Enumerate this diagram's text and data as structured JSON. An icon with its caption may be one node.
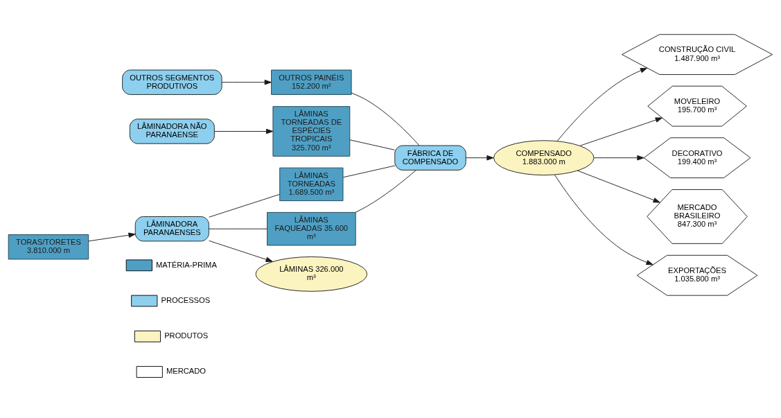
{
  "diagram": {
    "nodes": [
      {
        "text": [
          "OUTROS SEGMENTOS PRODUTIVOS"
        ]
      },
      {
        "text": [
          "OUTROS PAINÉIS 152.200 m²"
        ]
      },
      {
        "text": [
          "LÂMINADORA NÃO PARANAENSE"
        ]
      },
      {
        "text": [
          "LÂMINAS TORNEADAS DE ESPÉCIES TROPICAIS 325.700 m³"
        ]
      },
      {
        "text": [
          "FÁBRICA DE COMPENSADO"
        ]
      },
      {
        "text": [
          "TORAS/TORETES 3.810.000 m"
        ]
      },
      {
        "text": [
          "LÂMINADORA PARANAENSES"
        ]
      },
      {
        "text": [
          "LÂMINAS TORNEADAS 1.689.500 m³"
        ]
      },
      {
        "text": [
          "LÂMINAS FAQUEADAS 35.600 m³"
        ]
      },
      {
        "text": [
          "LÂMINAS 326.000 m³"
        ]
      },
      {
        "text": [
          "COMPENSADO 1.883.000 m"
        ]
      },
      {
        "text": [
          "CONSTRUÇÃO CIVIL 1.487.900 m³"
        ]
      },
      {
        "text": [
          "MOVELEIRO 195.700 m³"
        ]
      },
      {
        "text": [
          "DECORATIVO 199.400 m³"
        ]
      },
      {
        "text": [
          "MERCADO BRASILEIRO 847.300 m³"
        ]
      },
      {
        "text": [
          "EXPORTAÇÕES 1.035.800 m³"
        ]
      }
    ],
    "edges": [
      {
        "from": 0,
        "to": 1,
        "arrow": "to"
      },
      {
        "from": 2,
        "to": 3,
        "arrow": "to"
      },
      {
        "from": 5,
        "to": 6,
        "arrow": "to"
      },
      {
        "from": 6,
        "to": 9,
        "arrow": "to"
      },
      {
        "from": 6,
        "to": 7,
        "arrow": "none"
      },
      {
        "from": 6,
        "to": 8,
        "arrow": "none"
      },
      {
        "from": 1,
        "to": 4,
        "arrow": "none"
      },
      {
        "from": 3,
        "to": 4,
        "arrow": "none"
      },
      {
        "from": 7,
        "to": 4,
        "arrow": "none"
      },
      {
        "from": 8,
        "to": 4,
        "arrow": "none"
      },
      {
        "from": 4,
        "to": 10,
        "arrow": "to"
      },
      {
        "from": 10,
        "to": 11,
        "arrow": "to"
      },
      {
        "from": 10,
        "to": 12,
        "arrow": "to"
      },
      {
        "from": 10,
        "to": 13,
        "arrow": "to"
      },
      {
        "from": 10,
        "to": 14,
        "arrow": "to"
      },
      {
        "from": 10,
        "to": 15,
        "arrow": "to"
      }
    ],
    "legend": [
      {
        "text": "MATÉRIA-PRIMA",
        "color": "#4f9fc4"
      },
      {
        "text": "PROCESSOS",
        "color": "#8dcfee"
      },
      {
        "text": "PRODUTOS",
        "color": "#fbf4c0"
      },
      {
        "text": "MERCADO",
        "color": "#ffffff"
      }
    ]
  }
}
